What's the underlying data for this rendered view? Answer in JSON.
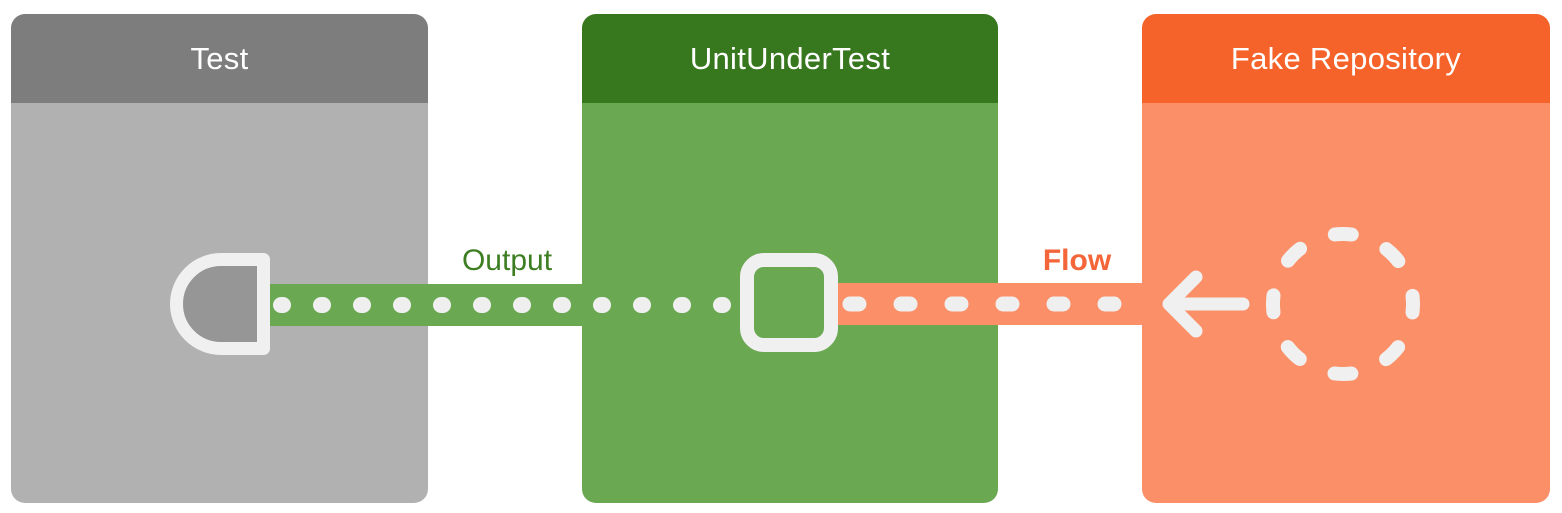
{
  "background": "#ffffff",
  "title_color": "#ffffff",
  "boxes": [
    {
      "title": "Test",
      "header_color": "#7d7d7d",
      "body_color": "#b1b1b1"
    },
    {
      "title": "UnitUnderTest",
      "header_color": "#37771e",
      "body_color": "#6aa852"
    },
    {
      "title": "Fake Repository",
      "header_color": "#f5622a",
      "body_color": "#fb8f67"
    }
  ],
  "connections": [
    {
      "label": "Output",
      "label_color": "#3d7e22",
      "line_color": "#6aa852",
      "marker_color": "#efefef",
      "pattern": "dotted",
      "direction": "UnitUnderTest to Test"
    },
    {
      "label": "Flow",
      "label_color": "#f4653a",
      "line_color": "#fb8f67",
      "marker_color": "#efefef",
      "pattern": "dashed",
      "direction": "Fake Repository to UnitUnderTest"
    }
  ],
  "icons": {
    "collector": {
      "name": "collector-terminal-icon",
      "stroke": "#f0f0f0",
      "fill": "#969696"
    },
    "unit_port": {
      "name": "square-outline-icon",
      "stroke": "#f0f0f0"
    },
    "arrow": {
      "name": "arrow-left-icon",
      "stroke": "#f0f0f0"
    },
    "source": {
      "name": "dashed-circle-icon",
      "stroke": "#f0f0f0"
    }
  }
}
